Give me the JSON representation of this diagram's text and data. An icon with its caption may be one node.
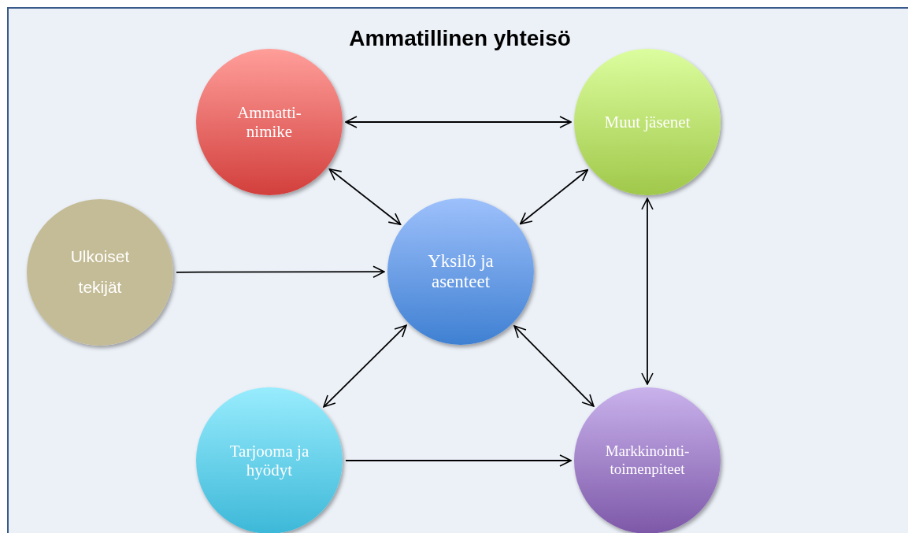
{
  "diagram": {
    "title": "Ammatillinen yhteisö",
    "nodes": [
      {
        "text": [
          "Ammatti- nimike"
        ]
      },
      {
        "text": [
          "Muut jäsenet"
        ]
      },
      {
        "text": [
          "Ulkoiset tekijät"
        ]
      },
      {
        "text": [
          "Yksilö ja asenteet"
        ]
      },
      {
        "text": [
          "Tarjooma ja hyödyt"
        ]
      },
      {
        "text": [
          "Markkinointi- toimenpiteet"
        ]
      }
    ],
    "edges": [
      {
        "from": 0,
        "to": 1,
        "arrow": "both"
      },
      {
        "from": 0,
        "to": 3,
        "arrow": "both"
      },
      {
        "from": 1,
        "to": 3,
        "arrow": "both"
      },
      {
        "from": 2,
        "to": 3,
        "arrow": "to"
      },
      {
        "from": 1,
        "to": 5,
        "arrow": "both"
      },
      {
        "from": 3,
        "to": 4,
        "arrow": "both"
      },
      {
        "from": 3,
        "to": 5,
        "arrow": "both"
      },
      {
        "from": 4,
        "to": 5,
        "arrow": "to"
      }
    ]
  }
}
